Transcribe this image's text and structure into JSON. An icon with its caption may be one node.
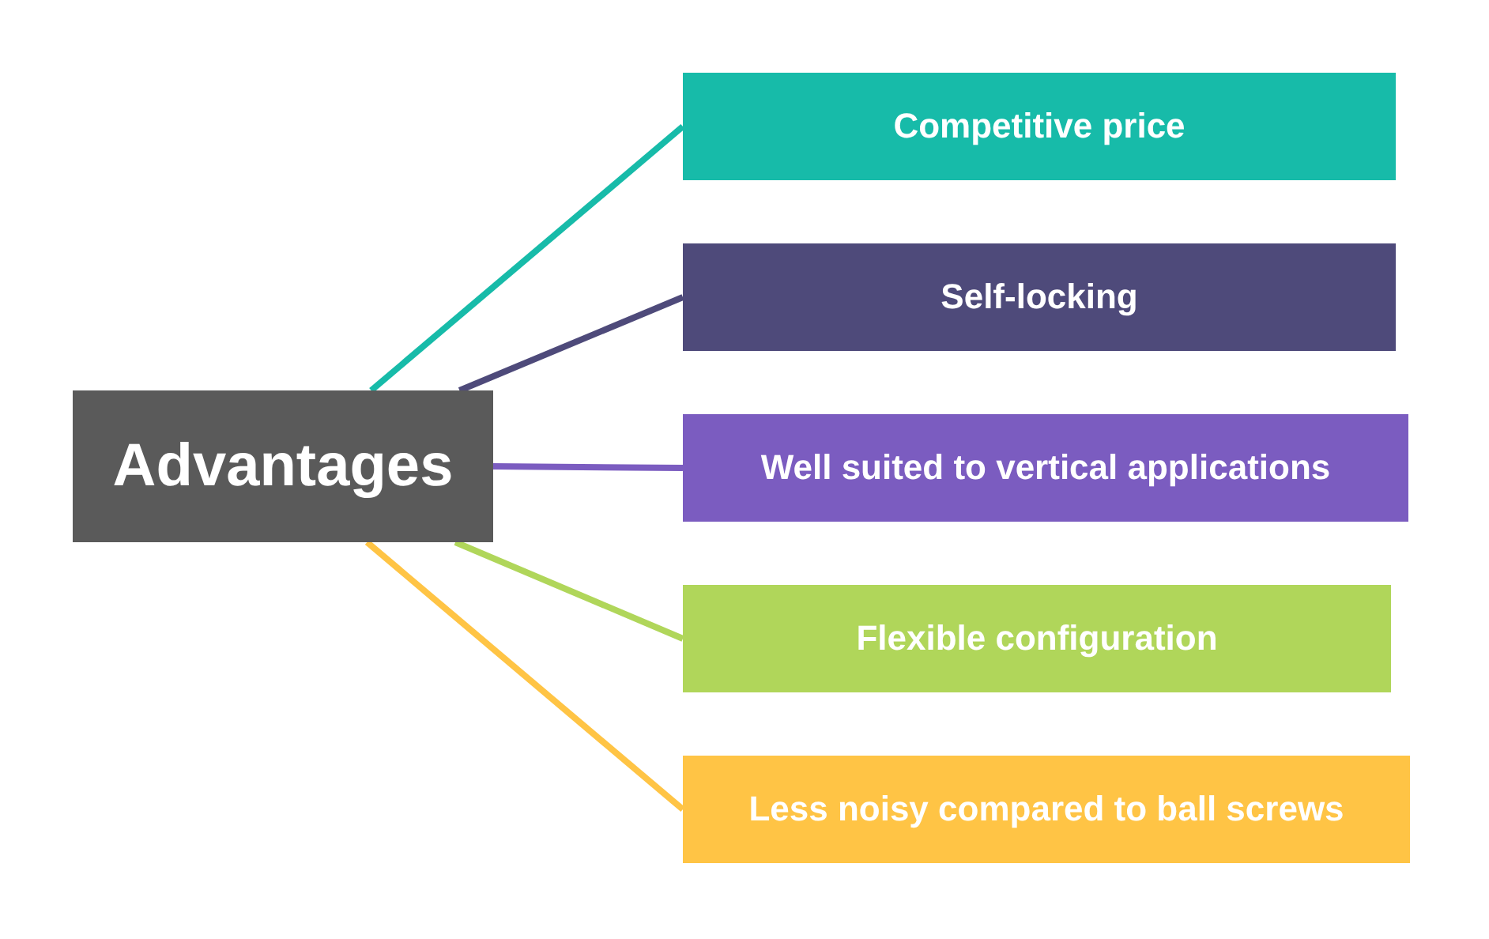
{
  "diagram": {
    "nodes": [
      {
        "text": [
          "Advantages"
        ]
      },
      {
        "text": [
          "Competitive price"
        ]
      },
      {
        "text": [
          "Self-locking"
        ]
      },
      {
        "text": [
          "Well suited to vertical applications"
        ]
      },
      {
        "text": [
          "Flexible configuration"
        ]
      },
      {
        "text": [
          "Less noisy compared to ball screws"
        ]
      }
    ],
    "edges": [
      {
        "from": 0,
        "to": 1,
        "arrow": "none",
        "color": "#17bba9"
      },
      {
        "from": 0,
        "to": 2,
        "arrow": "none",
        "color": "#4e4a7a"
      },
      {
        "from": 0,
        "to": 3,
        "arrow": "none",
        "color": "#7b5cc0"
      },
      {
        "from": 0,
        "to": 4,
        "arrow": "none",
        "color": "#b0d65a"
      },
      {
        "from": 0,
        "to": 5,
        "arrow": "none",
        "color": "#ffc445"
      }
    ]
  }
}
